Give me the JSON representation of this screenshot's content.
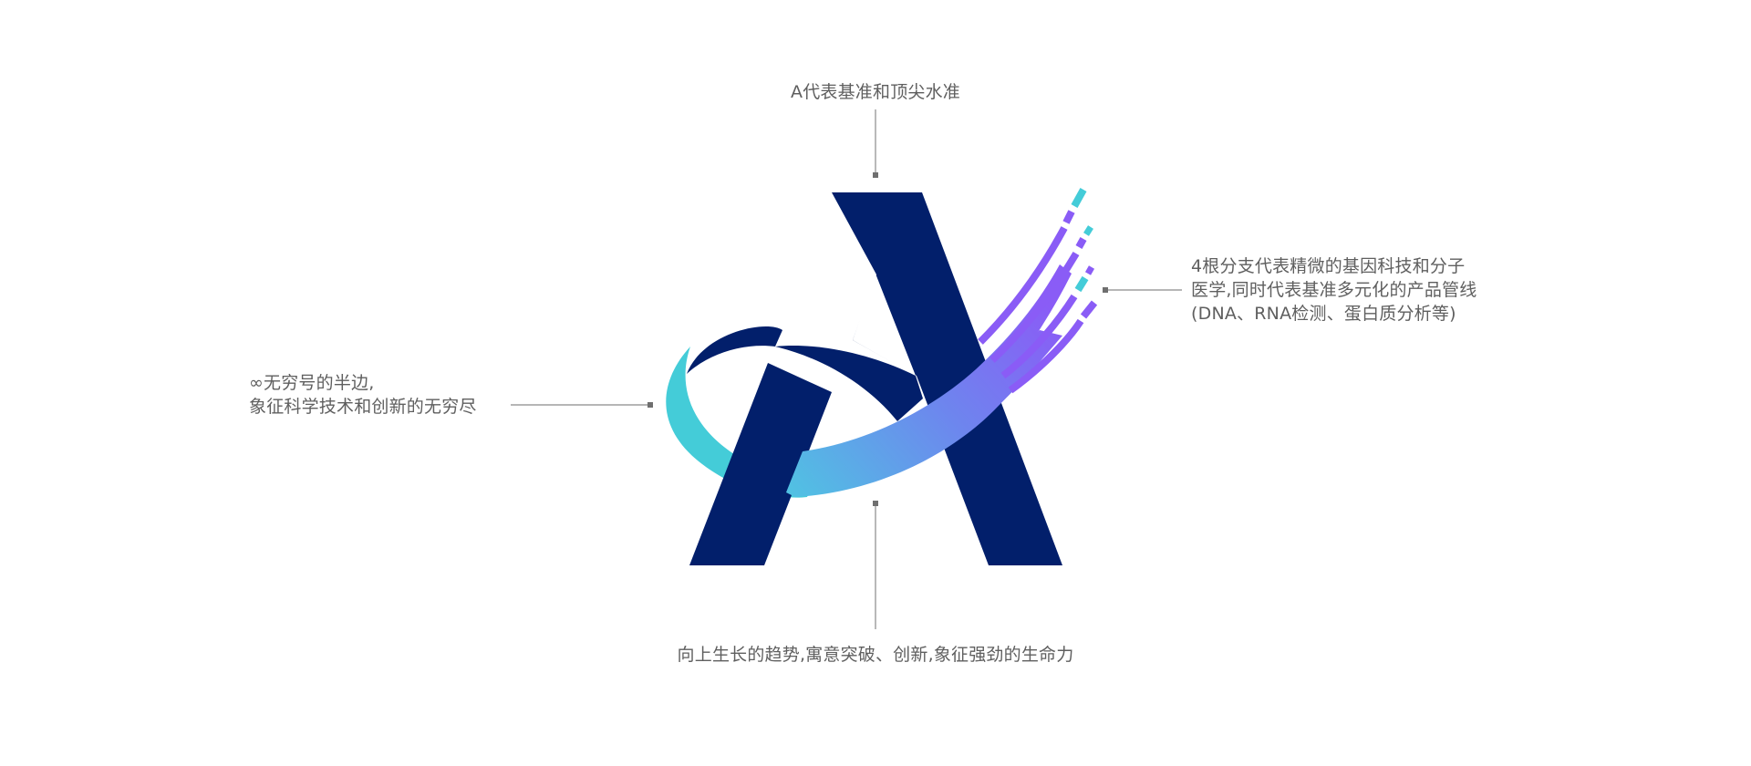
{
  "annotations": {
    "top": "A代表基准和顶尖水准",
    "left": [
      "∞无穷号的半边,",
      "象征科学技术和创新的无穷尽"
    ],
    "right": [
      "4根分支代表精微的基因科技和分子",
      "医学,同时代表基准多元化的产品管线",
      "(DNA、RNA检测、蛋白质分析等)"
    ],
    "bottom": "向上生长的趋势,寓意突破、创新,象征强劲的生命力"
  },
  "colors": {
    "navy": "#021f6b",
    "cyan": "#44ccd8",
    "purple": "#8a5cf6",
    "leader": "#8a8a8a",
    "text": "#5f5f5f"
  },
  "icons": {
    "logo": "letter-a-with-swoosh-logo"
  }
}
